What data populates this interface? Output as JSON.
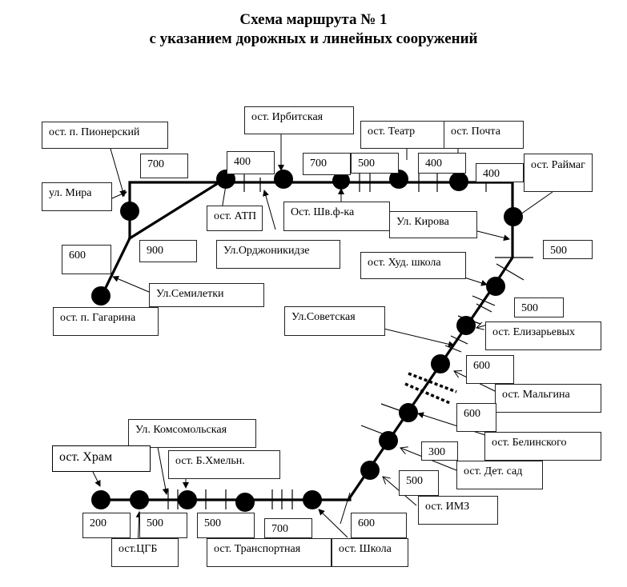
{
  "title": {
    "line1": "Схема маршрута № 1",
    "line2": "с указанием дорожных и линейных сооружений"
  },
  "labels": {
    "stop_pionersky": "ост. п. Пионерский",
    "street_mira": "ул. Мира",
    "dist_700_top_left": "700",
    "dist_400_atp": "400",
    "stop_irbitskaya": "ост. Ирбитская",
    "dist_700_shvfka": "700",
    "dist_500_teatr": "500",
    "stop_teatr": "ост. Театр",
    "stop_pochta": "ост. Почта",
    "dist_400_pochta": "400",
    "dist_400_raimag": "400",
    "stop_raimag": "ост. Раймаг",
    "stop_atp": "ост. АТП",
    "stop_shvfka": "Ост. Шв.ф-ка",
    "street_kirova": "Ул. Кирова",
    "street_ordzhonikidze": "Ул.Орджоникидзе",
    "dist_600_left": "600",
    "dist_900": "900",
    "street_semiletki": "Ул.Семилетки",
    "stop_gagarina": "ост. п. Гагарина",
    "dist_500_kirova": "500",
    "stop_hud_shkola": "ост. Худ. школа",
    "dist_500_elizar": "500",
    "street_sovetskaya": "Ул.Советская",
    "stop_elizaryevyh": "ост. Елизарьевых",
    "dist_600_malgina": "600",
    "stop_malgina": "ост. Мальгина",
    "dist_600_belinsk": "600",
    "stop_belinskogo": "ост. Белинского",
    "dist_300": "300",
    "stop_det_sad": "ост. Дет. сад",
    "dist_500_imz": "500",
    "stop_imz": "ост. ИМЗ",
    "street_komsomolskaya": "Ул. Комсомольская",
    "stop_hram": "ост. Храм",
    "stop_b_hmeln": "ост. Б.Хмельн.",
    "dist_200": "200",
    "dist_500_cgb": "500",
    "stop_cgb": "ост.ЦГБ",
    "dist_500_transp": "500",
    "dist_700_bottom": "700",
    "stop_transportnaya": "ост. Транспортная",
    "dist_600_shkola": "600",
    "stop_shkola": "ост. Школа"
  },
  "colors": {
    "line": "#000000",
    "stop": "#000000",
    "box_border": "#222222"
  }
}
